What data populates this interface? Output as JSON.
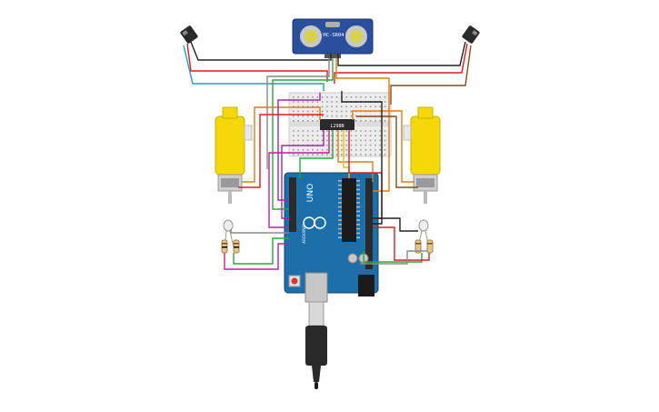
{
  "sensor": {
    "model": "HC-SR04"
  },
  "driver": {
    "chip": "L298N"
  },
  "board": {
    "brand": "UNO",
    "name": "ARDUINO"
  },
  "colors": {
    "board": "#1c6fa8",
    "board_dark": "#15577f",
    "sensor": "#2a4f9c",
    "motor": "#f4d80a",
    "breadboard": "#ececec",
    "wire_red": "#d81e1e",
    "wire_black": "#222222",
    "wire_orange": "#e07b12",
    "wire_green": "#2aa838",
    "wire_purple": "#9a2aa8",
    "wire_magenta": "#c0209a",
    "wire_cyan": "#1aa0c8",
    "wire_brown": "#8a4a1a",
    "wire_gray": "#8a8a8a",
    "wire_yellow": "#e0c800"
  }
}
